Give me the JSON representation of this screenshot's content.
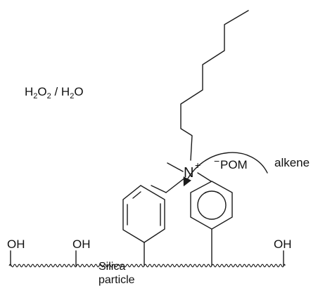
{
  "labels": {
    "peroxide_left": "H",
    "peroxide_sub1": "2",
    "peroxide_o": "O",
    "peroxide_sub2": "2",
    "peroxide_sep": " / H",
    "peroxide_sub3": "2",
    "peroxide_tail": "O",
    "nitrogen": "N",
    "nitrogen_charge": "+",
    "anion_charge": "−",
    "anion": "POM",
    "substrate": "alkene",
    "hydroxyl_1": "OH",
    "hydroxyl_2": "OH",
    "hydroxyl_3": "OH",
    "support_line1": "Silica",
    "support_line2": "particle"
  }
}
